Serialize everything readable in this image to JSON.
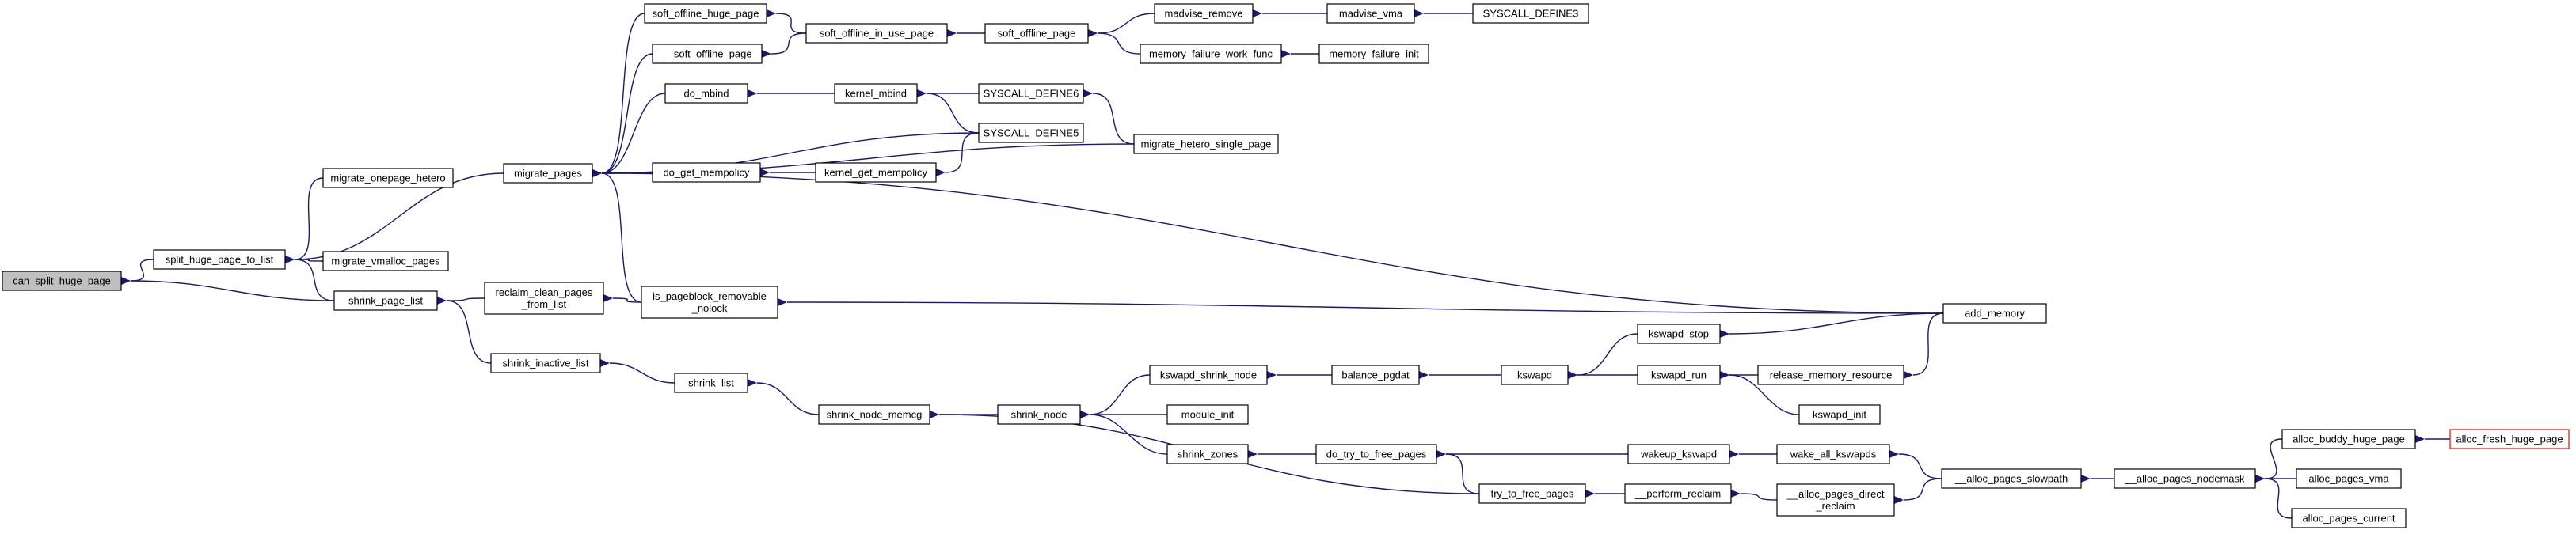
{
  "graph": {
    "nodes": [
      {
        "id": "can_split_huge_page",
        "lines": [
          "can_split_huge_page"
        ],
        "style": "root"
      },
      {
        "id": "split_huge_page_to_list",
        "lines": [
          "split_huge_page_to_list"
        ]
      },
      {
        "id": "shrink_page_list",
        "lines": [
          "shrink_page_list"
        ]
      },
      {
        "id": "migrate_onepage_hetero",
        "lines": [
          "migrate_onepage_hetero"
        ]
      },
      {
        "id": "migrate_pages",
        "lines": [
          "migrate_pages"
        ]
      },
      {
        "id": "migrate_vmalloc_pages",
        "lines": [
          "migrate_vmalloc_pages"
        ]
      },
      {
        "id": "reclaim_clean_pages_from_list",
        "lines": [
          "reclaim_clean_pages",
          "_from_list"
        ]
      },
      {
        "id": "shrink_inactive_list",
        "lines": [
          "shrink_inactive_list"
        ]
      },
      {
        "id": "soft_offline_huge_page",
        "lines": [
          "soft_offline_huge_page"
        ]
      },
      {
        "id": "__soft_offline_page",
        "lines": [
          "__soft_offline_page"
        ]
      },
      {
        "id": "do_mbind",
        "lines": [
          "do_mbind"
        ]
      },
      {
        "id": "do_get_mempolicy",
        "lines": [
          "do_get_mempolicy"
        ]
      },
      {
        "id": "is_pageblock_removable_nolock",
        "lines": [
          "is_pageblock_removable",
          "_nolock"
        ]
      },
      {
        "id": "shrink_list",
        "lines": [
          "shrink_list"
        ]
      },
      {
        "id": "soft_offline_in_use_page",
        "lines": [
          "soft_offline_in_use_page"
        ]
      },
      {
        "id": "kernel_mbind",
        "lines": [
          "kernel_mbind"
        ]
      },
      {
        "id": "kernel_get_mempolicy",
        "lines": [
          "kernel_get_mempolicy"
        ]
      },
      {
        "id": "shrink_node_memcg",
        "lines": [
          "shrink_node_memcg"
        ]
      },
      {
        "id": "soft_offline_page",
        "lines": [
          "soft_offline_page"
        ]
      },
      {
        "id": "SYSCALL_DEFINE6",
        "lines": [
          "SYSCALL_DEFINE6"
        ]
      },
      {
        "id": "SYSCALL_DEFINE5",
        "lines": [
          "SYSCALL_DEFINE5"
        ]
      },
      {
        "id": "shrink_node",
        "lines": [
          "shrink_node"
        ]
      },
      {
        "id": "madvise_remove",
        "lines": [
          "madvise_remove"
        ]
      },
      {
        "id": "memory_failure_work_func",
        "lines": [
          "memory_failure_work_func"
        ]
      },
      {
        "id": "migrate_hetero_single_page",
        "lines": [
          "migrate_hetero_single_page"
        ]
      },
      {
        "id": "kswapd_shrink_node",
        "lines": [
          "kswapd_shrink_node"
        ]
      },
      {
        "id": "module_init",
        "lines": [
          "module_init"
        ]
      },
      {
        "id": "shrink_zones",
        "lines": [
          "shrink_zones"
        ]
      },
      {
        "id": "madvise_vma",
        "lines": [
          "madvise_vma"
        ]
      },
      {
        "id": "memory_failure_init",
        "lines": [
          "memory_failure_init"
        ]
      },
      {
        "id": "balance_pgdat",
        "lines": [
          "balance_pgdat"
        ]
      },
      {
        "id": "do_try_to_free_pages",
        "lines": [
          "do_try_to_free_pages"
        ]
      },
      {
        "id": "SYSCALL_DEFINE3",
        "lines": [
          "SYSCALL_DEFINE3"
        ]
      },
      {
        "id": "kswapd",
        "lines": [
          "kswapd"
        ]
      },
      {
        "id": "try_to_free_pages",
        "lines": [
          "try_to_free_pages"
        ]
      },
      {
        "id": "kswapd_stop",
        "lines": [
          "kswapd_stop"
        ]
      },
      {
        "id": "kswapd_run",
        "lines": [
          "kswapd_run"
        ]
      },
      {
        "id": "wakeup_kswapd",
        "lines": [
          "wakeup_kswapd"
        ]
      },
      {
        "id": "__perform_reclaim",
        "lines": [
          "__perform_reclaim"
        ]
      },
      {
        "id": "release_memory_resource",
        "lines": [
          "release_memory_resource"
        ]
      },
      {
        "id": "kswapd_init",
        "lines": [
          "kswapd_init"
        ]
      },
      {
        "id": "wake_all_kswapds",
        "lines": [
          "wake_all_kswapds"
        ]
      },
      {
        "id": "__alloc_pages_direct_reclaim",
        "lines": [
          "__alloc_pages_direct",
          "_reclaim"
        ]
      },
      {
        "id": "add_memory",
        "lines": [
          "add_memory"
        ]
      },
      {
        "id": "__alloc_pages_slowpath",
        "lines": [
          "__alloc_pages_slowpath"
        ]
      },
      {
        "id": "__alloc_pages_nodemask",
        "lines": [
          "__alloc_pages_nodemask"
        ]
      },
      {
        "id": "alloc_buddy_huge_page",
        "lines": [
          "alloc_buddy_huge_page"
        ]
      },
      {
        "id": "alloc_pages_vma",
        "lines": [
          "alloc_pages_vma"
        ]
      },
      {
        "id": "alloc_pages_current",
        "lines": [
          "alloc_pages_current"
        ]
      },
      {
        "id": "alloc_fresh_huge_page",
        "lines": [
          "alloc_fresh_huge_page"
        ],
        "style": "red"
      }
    ],
    "edges": [
      [
        "split_huge_page_to_list",
        "can_split_huge_page"
      ],
      [
        "shrink_page_list",
        "can_split_huge_page"
      ],
      [
        "migrate_onepage_hetero",
        "split_huge_page_to_list"
      ],
      [
        "migrate_pages",
        "split_huge_page_to_list"
      ],
      [
        "migrate_vmalloc_pages",
        "split_huge_page_to_list"
      ],
      [
        "shrink_page_list",
        "split_huge_page_to_list"
      ],
      [
        "reclaim_clean_pages_from_list",
        "shrink_page_list"
      ],
      [
        "shrink_inactive_list",
        "shrink_page_list"
      ],
      [
        "soft_offline_huge_page",
        "migrate_pages"
      ],
      [
        "__soft_offline_page",
        "migrate_pages"
      ],
      [
        "do_mbind",
        "migrate_pages"
      ],
      [
        "SYSCALL_DEFINE5",
        "migrate_pages"
      ],
      [
        "do_get_mempolicy",
        "migrate_pages"
      ],
      [
        "migrate_hetero_single_page",
        "migrate_pages"
      ],
      [
        "add_memory",
        "migrate_pages"
      ],
      [
        "is_pageblock_removable_nolock",
        "migrate_pages"
      ],
      [
        "is_pageblock_removable_nolock",
        "reclaim_clean_pages_from_list"
      ],
      [
        "shrink_list",
        "shrink_inactive_list"
      ],
      [
        "soft_offline_in_use_page",
        "soft_offline_huge_page"
      ],
      [
        "soft_offline_in_use_page",
        "__soft_offline_page"
      ],
      [
        "kernel_mbind",
        "do_mbind"
      ],
      [
        "kernel_get_mempolicy",
        "do_get_mempolicy"
      ],
      [
        "add_memory",
        "is_pageblock_removable_nolock"
      ],
      [
        "shrink_node_memcg",
        "shrink_list"
      ],
      [
        "soft_offline_page",
        "soft_offline_in_use_page"
      ],
      [
        "SYSCALL_DEFINE6",
        "kernel_mbind"
      ],
      [
        "SYSCALL_DEFINE5",
        "kernel_mbind"
      ],
      [
        "SYSCALL_DEFINE5",
        "kernel_get_mempolicy"
      ],
      [
        "shrink_node",
        "shrink_node_memcg"
      ],
      [
        "try_to_free_pages",
        "shrink_node_memcg"
      ],
      [
        "madvise_remove",
        "soft_offline_page"
      ],
      [
        "memory_failure_work_func",
        "soft_offline_page"
      ],
      [
        "migrate_hetero_single_page",
        "SYSCALL_DEFINE6"
      ],
      [
        "kswapd_shrink_node",
        "shrink_node"
      ],
      [
        "module_init",
        "shrink_node"
      ],
      [
        "shrink_zones",
        "shrink_node"
      ],
      [
        "madvise_vma",
        "madvise_remove"
      ],
      [
        "memory_failure_init",
        "memory_failure_work_func"
      ],
      [
        "balance_pgdat",
        "kswapd_shrink_node"
      ],
      [
        "do_try_to_free_pages",
        "shrink_zones"
      ],
      [
        "SYSCALL_DEFINE3",
        "madvise_vma"
      ],
      [
        "kswapd",
        "balance_pgdat"
      ],
      [
        "wakeup_kswapd",
        "do_try_to_free_pages"
      ],
      [
        "try_to_free_pages",
        "do_try_to_free_pages"
      ],
      [
        "kswapd_stop",
        "kswapd"
      ],
      [
        "kswapd_run",
        "kswapd"
      ],
      [
        "__perform_reclaim",
        "try_to_free_pages"
      ],
      [
        "add_memory",
        "kswapd_stop"
      ],
      [
        "release_memory_resource",
        "kswapd_run"
      ],
      [
        "kswapd_init",
        "kswapd_run"
      ],
      [
        "wake_all_kswapds",
        "wakeup_kswapd"
      ],
      [
        "__alloc_pages_direct_reclaim",
        "__perform_reclaim"
      ],
      [
        "add_memory",
        "release_memory_resource"
      ],
      [
        "__alloc_pages_slowpath",
        "wake_all_kswapds"
      ],
      [
        "__alloc_pages_slowpath",
        "__alloc_pages_direct_reclaim"
      ],
      [
        "__alloc_pages_nodemask",
        "__alloc_pages_slowpath"
      ],
      [
        "alloc_buddy_huge_page",
        "__alloc_pages_nodemask"
      ],
      [
        "alloc_pages_vma",
        "__alloc_pages_nodemask"
      ],
      [
        "alloc_pages_current",
        "__alloc_pages_nodemask"
      ],
      [
        "alloc_fresh_huge_page",
        "alloc_buddy_huge_page"
      ]
    ]
  }
}
